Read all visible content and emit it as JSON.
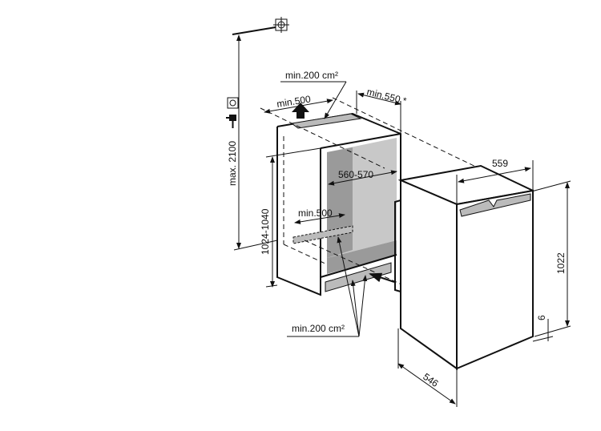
{
  "labels": {
    "max_height": "max. 2100",
    "top_vent_area": "min.200 cm²",
    "top_depth": "min.500",
    "niche_depth": "min.550 *",
    "niche_width": "560-570",
    "niche_height": "1024-1040",
    "inner_depth": "min.500",
    "bottom_vent_area": "min.200 cm²",
    "appliance_width": "559",
    "appliance_height": "1022",
    "foot_height": "6",
    "appliance_depth": "546"
  },
  "colors": {
    "line": "#111111",
    "shade_light": "#c8c8c8",
    "shade_dark": "#9a9a9a"
  }
}
